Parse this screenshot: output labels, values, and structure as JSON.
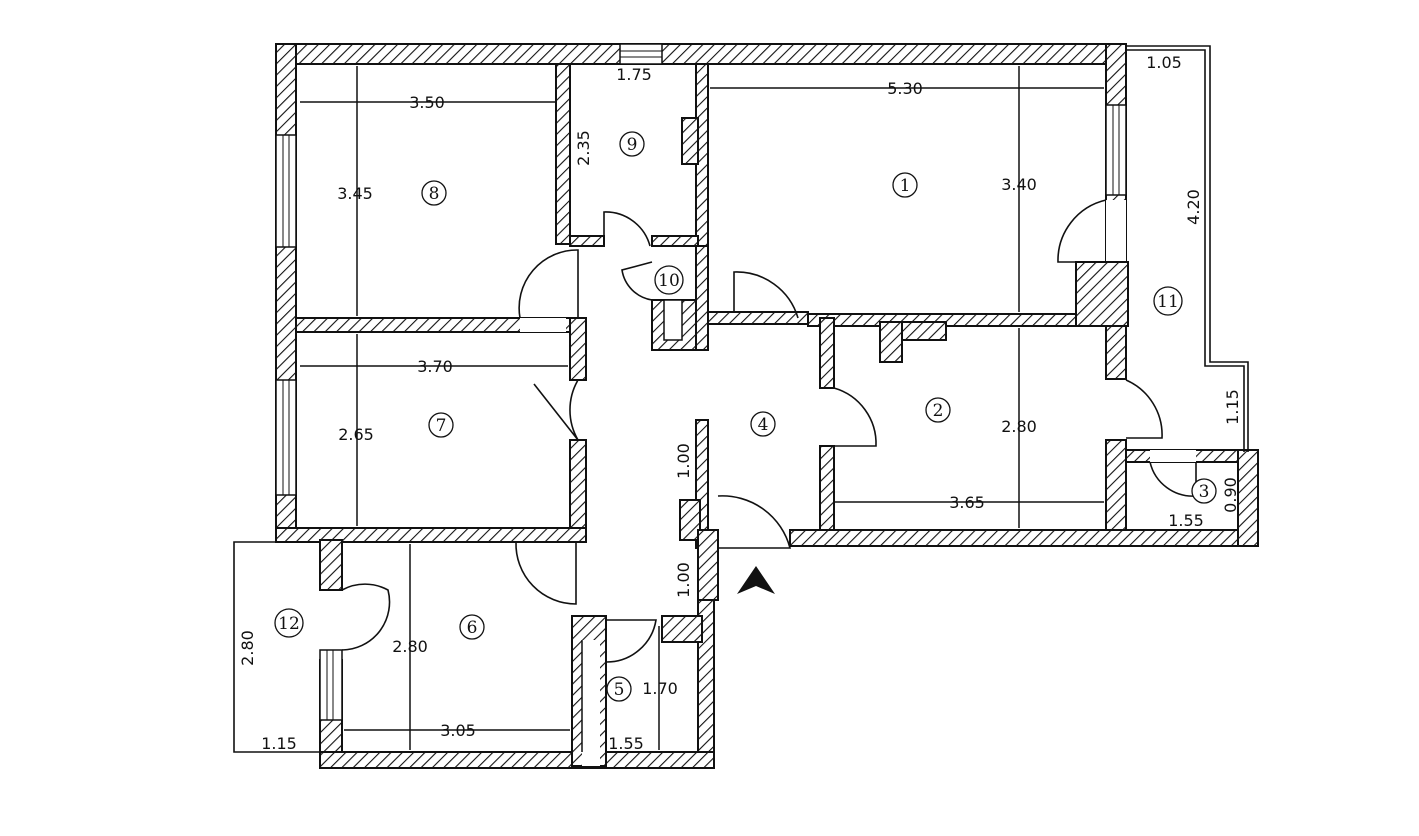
{
  "rooms": [
    {
      "id": "room-1",
      "number": "1"
    },
    {
      "id": "room-2",
      "number": "2"
    },
    {
      "id": "room-3",
      "number": "3"
    },
    {
      "id": "room-4",
      "number": "4"
    },
    {
      "id": "room-5",
      "number": "5"
    },
    {
      "id": "room-6",
      "number": "6"
    },
    {
      "id": "room-7",
      "number": "7"
    },
    {
      "id": "room-8",
      "number": "8"
    },
    {
      "id": "room-9",
      "number": "9"
    },
    {
      "id": "room-10",
      "number": "10"
    },
    {
      "id": "room-11",
      "number": "11"
    },
    {
      "id": "room-12",
      "number": "12"
    }
  ],
  "dimensions": {
    "room8_width": "3.50",
    "room8_height": "3.45",
    "room9_width": "1.75",
    "room9_height": "2.35",
    "room1_width": "5.30",
    "room1_height": "3.40",
    "balcony11_top": "1.05",
    "balcony11_height": "4.20",
    "balcony11_lower": "1.15",
    "room7_width": "3.70",
    "room7_height": "2.65",
    "room2_height": "2.80",
    "room2_width": "3.65",
    "room3_width": "1.55",
    "room3_height": "0.90",
    "corridor_upper": "1.00",
    "corridor_lower": "1.00",
    "room6_height": "2.80",
    "room6_width": "3.05",
    "room5_height": "1.70",
    "room5_width": "1.55",
    "balcony12_height": "2.80",
    "balcony12_width": "1.15"
  },
  "icons": {
    "entrance": "entrance-arrow-icon"
  }
}
